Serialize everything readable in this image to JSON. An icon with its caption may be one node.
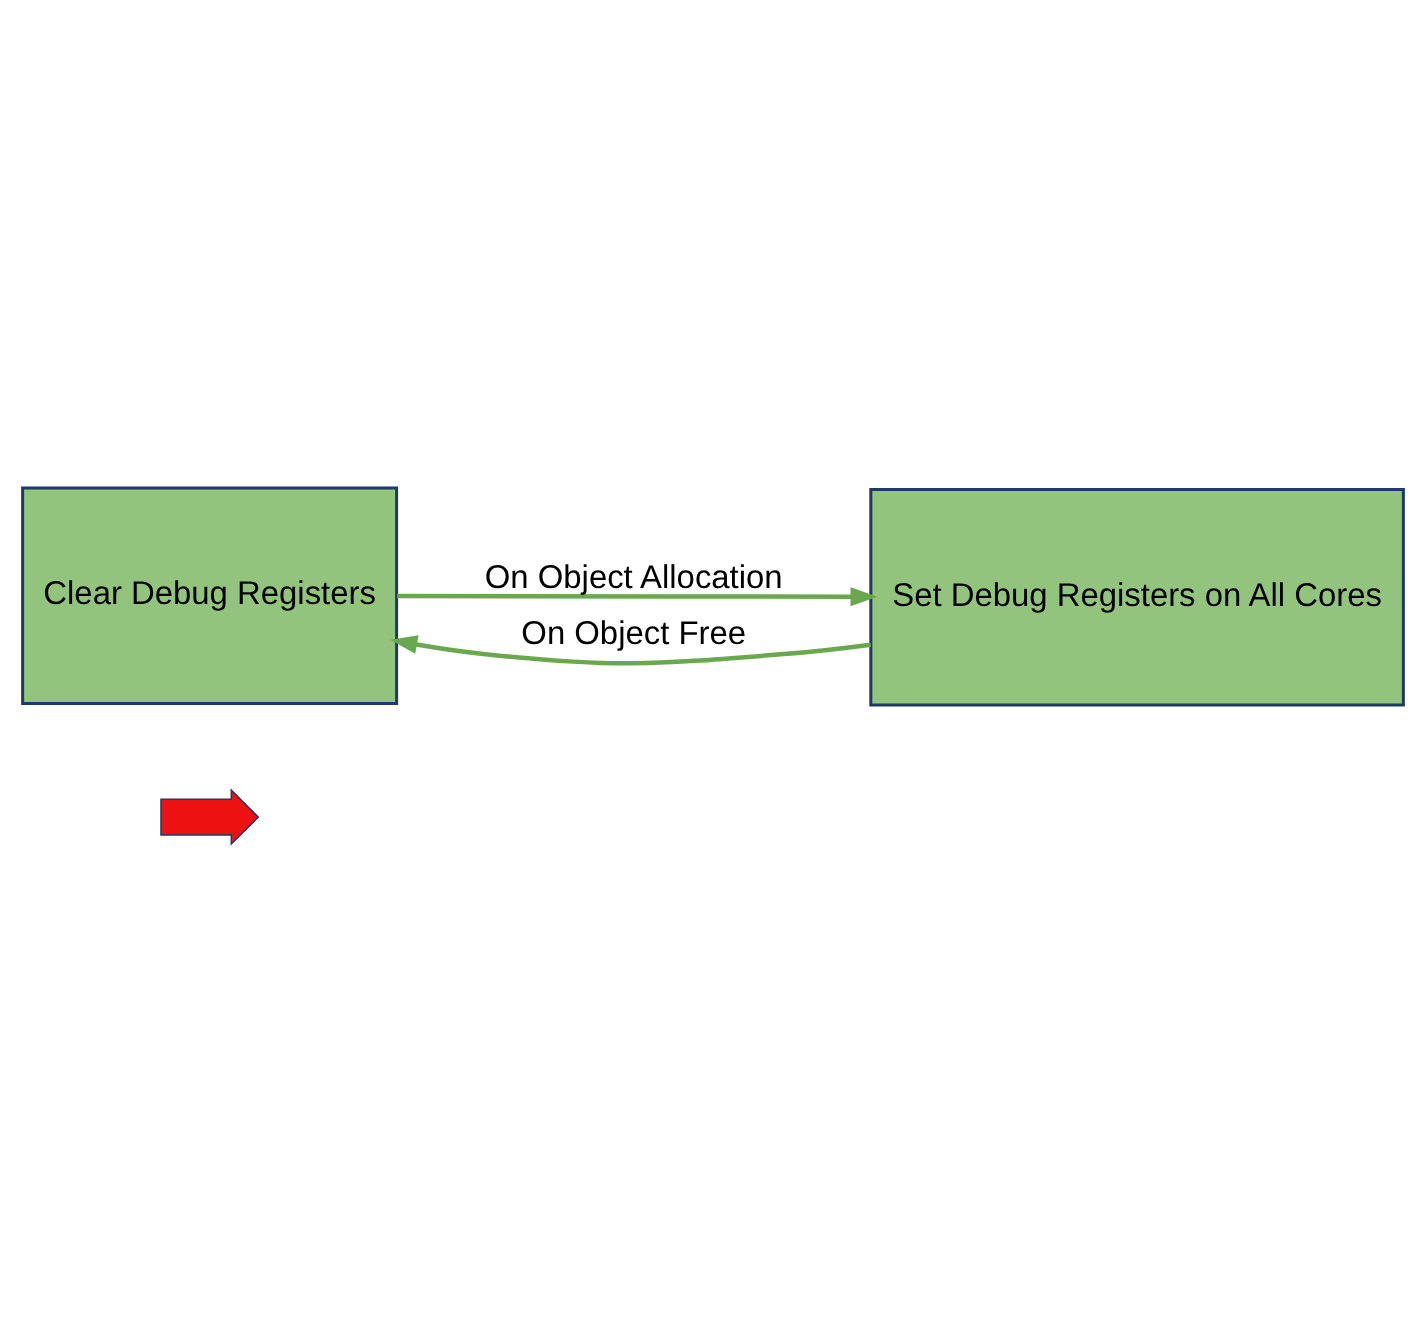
{
  "diagram": {
    "nodes": [
      {
        "text": [
          "Clear Debug Registers"
        ]
      },
      {
        "text": [
          "Set Debug Registers on All Cores"
        ]
      },
      {
        "text": [],
        "shape": "arrow"
      }
    ],
    "edges": [
      {
        "from": 0,
        "to": 1,
        "arrow": "to",
        "label": "On Object Allocation"
      },
      {
        "from": 1,
        "to": 0,
        "arrow": "to",
        "label": "On Object Free"
      }
    ]
  }
}
